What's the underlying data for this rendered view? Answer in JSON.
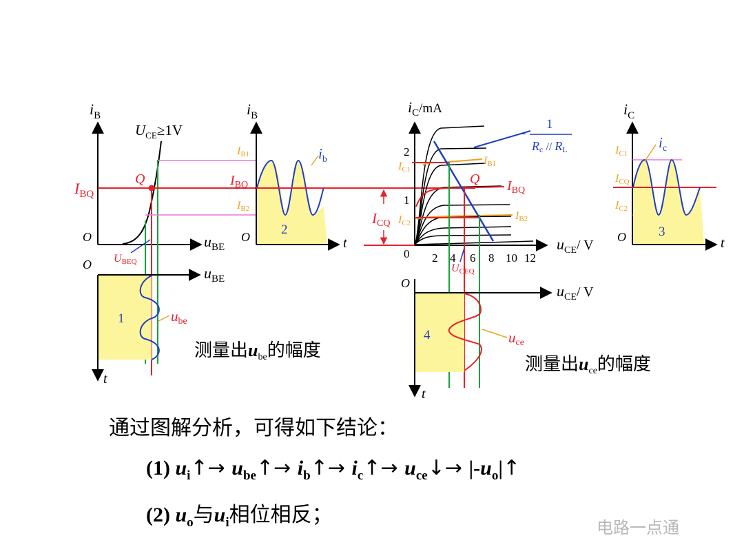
{
  "graph1": {
    "axis_y": "i",
    "axis_y_sub": "B",
    "axis_x": "u",
    "axis_x_sub": "BE",
    "origin": "O",
    "uce_label": "U",
    "uce_sub": "CE",
    "uce_cond": "≥1V",
    "q_label": "Q",
    "ibq": "I",
    "ibq_sub": "BQ",
    "ubeq": "U",
    "ubeq_sub": "BEQ",
    "lower_origin": "O",
    "lower_axis_x": "u",
    "lower_axis_x_sub": "BE",
    "lower_axis_y": "t",
    "region": "1",
    "wave": "u",
    "wave_sub": "be"
  },
  "graph2": {
    "axis_y": "i",
    "axis_y_sub": "B",
    "axis_x": "t",
    "origin": "O",
    "ib1": "I",
    "ib1_sub": "B1",
    "ib2": "I",
    "ib2_sub": "B2",
    "ibq": "I",
    "ibq_sub": "BQ",
    "wave": "i",
    "wave_sub": "b",
    "region": "2"
  },
  "graph3": {
    "axis_y": "i",
    "axis_y_sub": "C",
    "axis_y_unit": "/mA",
    "axis_x": "u",
    "axis_x_sub": "CE",
    "axis_x_unit": "/ V",
    "origin": "0",
    "yticks": [
      "1",
      "2"
    ],
    "xticks": [
      "2",
      "4",
      "6",
      "8",
      "10",
      "12"
    ],
    "ic1": "I",
    "ic1_sub": "C1",
    "ic2": "I",
    "ic2_sub": "C2",
    "icq": "I",
    "icq_sub": "CQ",
    "ib1": "I",
    "ib1_sub": "B1",
    "ib2": "I",
    "ib2_sub": "B2",
    "ibq": "I",
    "ibq_sub": "BQ",
    "q_label": "Q",
    "slope_num": "1",
    "slope_minus": "−",
    "slope_den_a": "R",
    "slope_den_a_sub": "c",
    "slope_den_sep": " // ",
    "slope_den_b": "R",
    "slope_den_b_sub": "L",
    "uceq": "U",
    "uceq_sub": "CEQ",
    "lower_origin": "O",
    "lower_axis_x": "u",
    "lower_axis_x_sub": "CE",
    "lower_axis_x_unit": "/ V",
    "lower_axis_y": "t",
    "region": "4",
    "wave": "u",
    "wave_sub": "ce"
  },
  "graph4": {
    "axis_y": "i",
    "axis_y_sub": "C",
    "axis_x": "t",
    "origin": "O",
    "ic1": "I",
    "ic1_sub": "C1",
    "icq": "I",
    "icq_sub": "CQ",
    "ic2": "I",
    "ic2_sub": "C2",
    "wave": "i",
    "wave_sub": "c",
    "region": "3"
  },
  "measure_be": {
    "pre": "测量出",
    "sym": "u",
    "sub": "be",
    "post": "的幅度"
  },
  "measure_ce": {
    "pre": "测量出",
    "sym": "u",
    "sub": "ce",
    "post": "的幅度"
  },
  "conclusion": {
    "intro": "通过图解分析，可得如下结论：",
    "l1_num": "(1) ",
    "ui": "u",
    "ui_sub": "i",
    "ube": "u",
    "ube_sub": "be",
    "ib": "i",
    "ib_sub": "b",
    "ic": "i",
    "ic_sub": "c",
    "uce": "u",
    "uce_sub": "ce",
    "uo_pre": "|-",
    "uo": "u",
    "uo_sub": "o",
    "uo_post": "|",
    "up": "↑",
    "down": "↓",
    "to": "→",
    "l2_num": "(2) ",
    "l2_uo": "u",
    "l2_uo_sub": "o",
    "l2_mid": "与",
    "l2_ui": "u",
    "l2_ui_sub": "i",
    "l2_end": "相位相反；"
  },
  "watermark": "电路一点通",
  "colors": {
    "red": "#e8202a",
    "blue": "#1f3fbf",
    "green": "#15a33a",
    "orange": "#f0a020",
    "pink": "#e87ad8",
    "yellow": "#fcf59c"
  }
}
